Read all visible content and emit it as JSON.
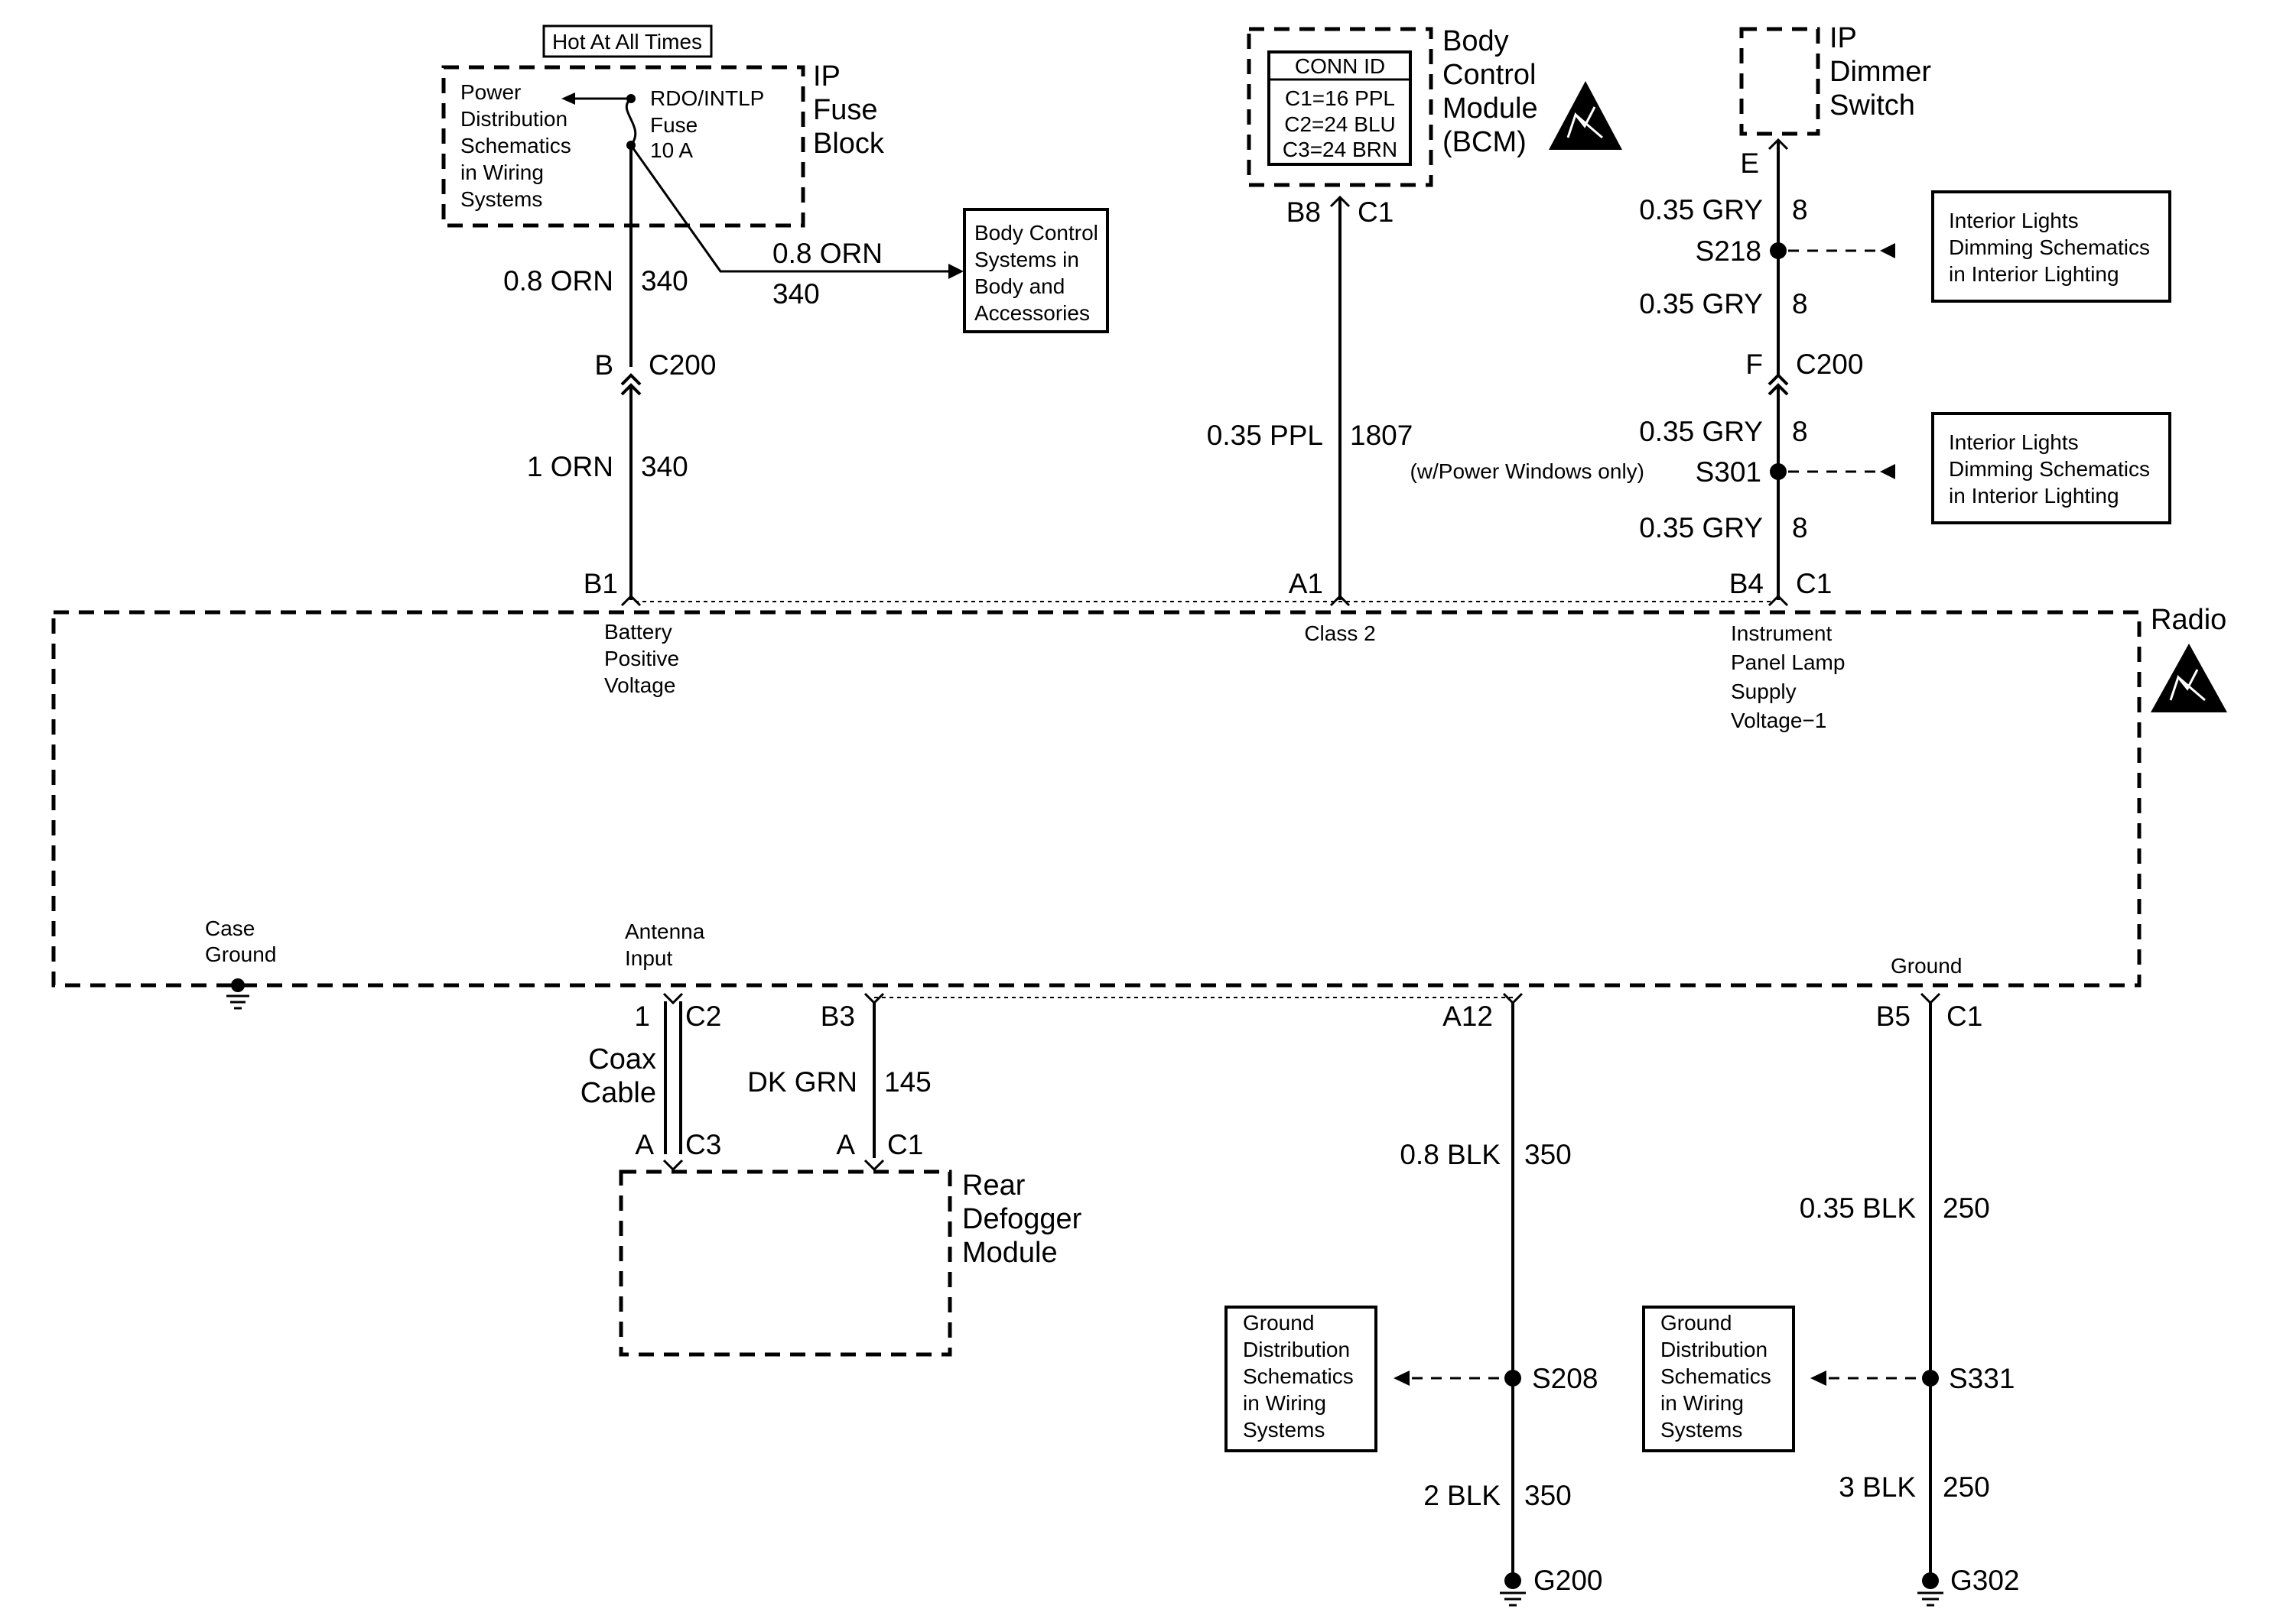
{
  "title_box": "Hot At All Times",
  "ip_fuse_block": {
    "name_lines": [
      "IP",
      "Fuse",
      "Block"
    ],
    "fuse_lines": [
      "RDO/INTLP",
      "Fuse",
      "10 A"
    ],
    "power_ref_lines": [
      "Power",
      "Distribution",
      "Schematics",
      "in Wiring",
      "Systems"
    ]
  },
  "bcm": {
    "name_lines": [
      "Body",
      "Control",
      "Module",
      "(BCM)"
    ],
    "conn_id_header": "CONN ID",
    "conn_ids": [
      "C1=16 PPL",
      "C2=24 BLU",
      "C3=24 BRN"
    ],
    "pin": "B8",
    "connector": "C1"
  },
  "body_control_ref_lines": [
    "Body Control",
    "Systems in",
    "Body and",
    "Accessories"
  ],
  "ip_dimmer": {
    "name_lines": [
      "IP",
      "Dimmer",
      "Switch"
    ],
    "pin": "E"
  },
  "interior_lights_ref_lines": [
    "Interior Lights",
    "Dimming Schematics",
    "in Interior Lighting"
  ],
  "ground_ref_lines": [
    "Ground",
    "Distribution",
    "Schematics",
    "in Wiring",
    "Systems"
  ],
  "wires": {
    "fuse_out": {
      "size": "0.8 ORN",
      "circuit": "340"
    },
    "branch": {
      "size": "0.8 ORN",
      "circuit": "340"
    },
    "c200_b": {
      "pin": "B",
      "connector": "C200"
    },
    "radio_feed": {
      "size": "1 ORN",
      "circuit": "340"
    },
    "class2": {
      "size": "0.35 PPL",
      "circuit": "1807"
    },
    "gry1": {
      "size": "0.35 GRY",
      "circuit": "8"
    },
    "s218": "S218",
    "gry2": {
      "size": "0.35 GRY",
      "circuit": "8"
    },
    "c200_f": {
      "pin": "F",
      "connector": "C200"
    },
    "gry3": {
      "size": "0.35 GRY",
      "circuit": "8"
    },
    "s301": "S301",
    "s301_note": "(w/Power Windows only)",
    "gry4": {
      "size": "0.35 GRY",
      "circuit": "8"
    },
    "coax": {
      "lines": [
        "Coax",
        "Cable"
      ]
    },
    "dkgrn": {
      "size": "DK GRN",
      "circuit": "145"
    },
    "blk350a": {
      "size": "0.8 BLK",
      "circuit": "350"
    },
    "blk350b": {
      "size": "2 BLK",
      "circuit": "350"
    },
    "blk250a": {
      "size": "0.35 BLK",
      "circuit": "250"
    },
    "blk250b": {
      "size": "3 BLK",
      "circuit": "250"
    },
    "s208": "S208",
    "s331": "S331",
    "g200": "G200",
    "g302": "G302"
  },
  "radio": {
    "name": "Radio",
    "top_pins": [
      {
        "pin": "B1",
        "connector": "",
        "label_lines": [
          "Battery",
          "Positive",
          "Voltage"
        ]
      },
      {
        "pin": "A1",
        "connector": "",
        "label_lines": [
          "Class 2"
        ]
      },
      {
        "pin": "B4",
        "connector": "C1",
        "label_lines": [
          "Instrument",
          "Panel Lamp",
          "Supply",
          "Voltage−1"
        ]
      }
    ],
    "case_ground_lines": [
      "Case",
      "Ground"
    ],
    "antenna_lines": [
      "Antenna",
      "Input"
    ],
    "ground_label": "Ground",
    "bottom_pins": {
      "antenna": {
        "pin": "1",
        "connector": "C2"
      },
      "defog": {
        "pin": "B3",
        "connector": ""
      },
      "a12": {
        "pin": "A12",
        "connector": ""
      },
      "b5": {
        "pin": "B5",
        "connector": "C1"
      }
    }
  },
  "rear_defogger": {
    "name_lines": [
      "Rear",
      "Defogger",
      "Module"
    ],
    "pin_coax": {
      "pin": "A",
      "connector": "C3"
    },
    "pin_dkgrn": {
      "pin": "A",
      "connector": "C1"
    }
  }
}
